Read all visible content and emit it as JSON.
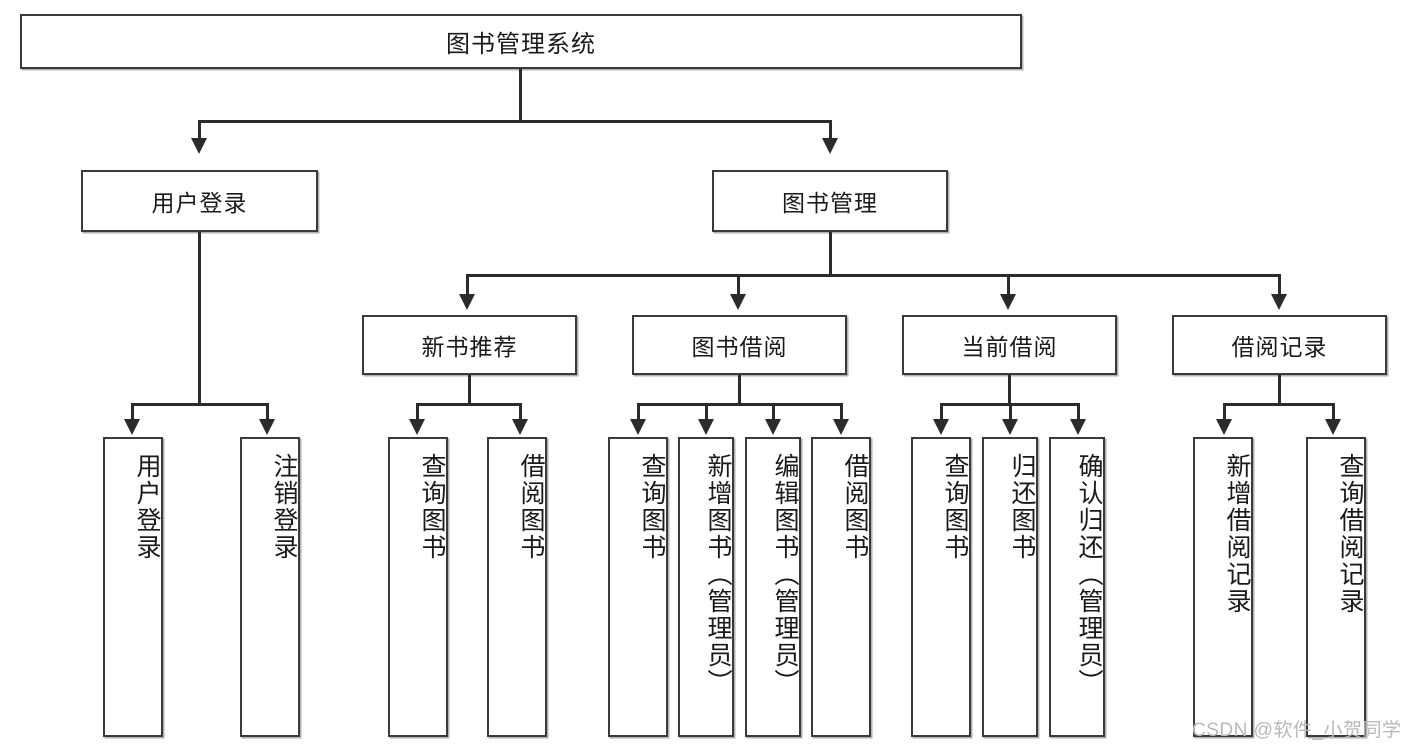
{
  "diagram": {
    "title": "图书管理系统",
    "type": "hierarchy-tree",
    "watermark": "CSDN @软件_小贺同学",
    "colors": {
      "box_border": "#3a3a3a",
      "box_fill": "#ffffff",
      "edge": "#2b2b2b",
      "text": "#1a1a1a",
      "watermark": "#b9b9b9"
    },
    "levels": {
      "root": "图书管理系统",
      "level2": [
        "用户登录",
        "图书管理"
      ],
      "level3": [
        "新书推荐",
        "图书借阅",
        "当前借阅",
        "借阅记录"
      ]
    },
    "nodes": {
      "root": "图书管理系统",
      "user_login": "用户登录",
      "book_manage": "图书管理",
      "new_book_rec": "新书推荐",
      "book_borrow": "图书借阅",
      "current_borrow": "当前借阅",
      "borrow_record": "借阅记录"
    },
    "leaves": {
      "user_login": [
        "用户登录",
        "注销登录"
      ],
      "new_book_rec": [
        "查询图书",
        "借阅图书"
      ],
      "book_borrow": [
        "查询图书",
        "新增图书（管理员）",
        "编辑图书（管理员）",
        "借阅图书"
      ],
      "current_borrow": [
        "查询图书",
        "归还图书",
        "确认归还（管理员）"
      ],
      "borrow_record": [
        "新增借阅记录",
        "查询借阅记录"
      ]
    }
  }
}
